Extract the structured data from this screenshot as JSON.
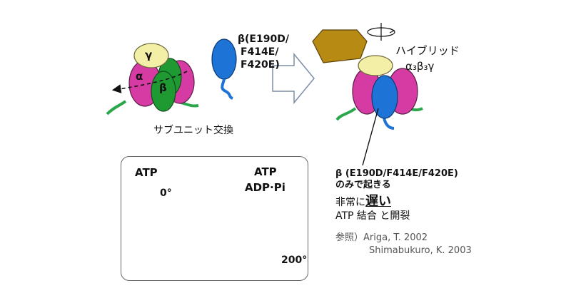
{
  "colors": {
    "alpha": "#d63aa3",
    "beta": "#1f9a33",
    "gamma": "#f4efa6",
    "beta_mutant": "#1e73d6",
    "stator_arm": "#b78a14",
    "inhibited_blue": "#7fb0e6",
    "inhibited_green": "#a6d793",
    "rotation_arrow": "#d42a2a"
  },
  "top_left": {
    "gamma_label": "γ",
    "alpha_label": "α",
    "beta_label": "β",
    "subunit_exchange": "サブユニット交換"
  },
  "mutant_label": {
    "line1": "β(E190D/",
    "line2": "F414E/",
    "line3": "F420E)"
  },
  "hybrid": {
    "title": "ハイブリッド",
    "formula": "α₃β₃γ"
  },
  "callout": {
    "line1": "β (E190D/F414E/F420E)",
    "line2": "のみで起きる",
    "slow_prefix": "非常に",
    "slow_word": "遅い",
    "binding": "ATP 結合 と開裂"
  },
  "references": {
    "label": "参照）Ariga, T. 2002",
    "second": "Shimabukuro, K. 2003"
  },
  "panel": {
    "atp_left": "ATP",
    "angle_start": "0°",
    "atp_right": "ATP",
    "adp_pi": "ADP·Pi",
    "angle_end": "200°"
  }
}
